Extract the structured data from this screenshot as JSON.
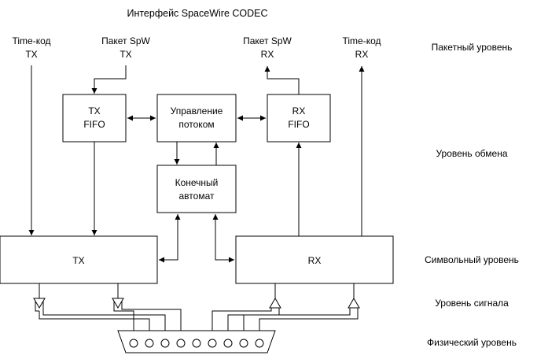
{
  "title": "Интерфейс SpaceWire CODEC",
  "levels": {
    "packet": "Пакетный уровень",
    "exchange": "Уровень обмена",
    "symbol": "Символьный уровень",
    "signal": "Уровень сигнала",
    "physical": "Физический уровень"
  },
  "inputs": {
    "tx_time_code": {
      "line1": "Time-код",
      "line2": "TX"
    },
    "tx_packet": {
      "line1": "Пакет SpW",
      "line2": "TX"
    },
    "rx_packet": {
      "line1": "Пакет SpW",
      "line2": "RX"
    },
    "rx_time_code": {
      "line1": "Time-код",
      "line2": "RX"
    }
  },
  "blocks": {
    "tx_fifo": {
      "line1": "TX",
      "line2": "FIFO"
    },
    "flow_control": {
      "line1": "Управление",
      "line2": "потоком"
    },
    "rx_fifo": {
      "line1": "RX",
      "line2": "FIFO"
    },
    "state_machine": {
      "line1": "Конечный",
      "line2": "автомат"
    },
    "tx": "TX",
    "rx": "RX"
  },
  "connector": {
    "pin_count": 9
  }
}
